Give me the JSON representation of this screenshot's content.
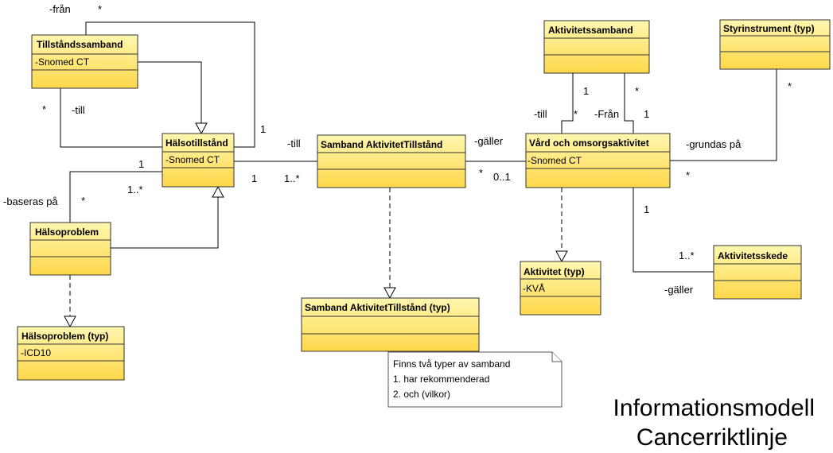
{
  "classes": {
    "tillstandssamband": {
      "title": "Tillståndssamband",
      "attr": "-Snomed CT"
    },
    "halsotillstand": {
      "title": "Hälsotillstånd",
      "attr": "-Snomed CT"
    },
    "halsoproblem": {
      "title": "Hälsoproblem",
      "attr": ""
    },
    "halsoproblem_typ": {
      "title": "Hälsoproblem (typ)",
      "attr": "-ICD10"
    },
    "samband_aktivitet_tillstand": {
      "title": "Samband AktivitetTillstånd",
      "attr": ""
    },
    "samband_aktivitet_tillstand_typ": {
      "title": "Samband AktivitetTillstånd (typ)",
      "attr": ""
    },
    "aktivitetssamband": {
      "title": "Aktivitetssamband",
      "attr": ""
    },
    "vard_och_omsorgsaktivitet": {
      "title": "Vård och omsorgsaktivitet",
      "attr": "-Snomed CT"
    },
    "styrinstrument_typ": {
      "title": "Styrinstrument (typ)",
      "attr": ""
    },
    "aktivitet_typ": {
      "title": "Aktivitet (typ)",
      "attr": "-KVÅ"
    },
    "aktivitetsskede": {
      "title": "Aktivitetsskede",
      "attr": ""
    }
  },
  "labels": {
    "fran_top": "-från",
    "star_top": "*",
    "star_left_self": "*",
    "till_left_self": "-till",
    "one_self": "1",
    "one_hals_hp": "1",
    "one_star_hals_hp": "1..*",
    "baseras_pa": "-baseras på",
    "star_hp": "*",
    "till_mid": "-till",
    "one_mid": "1",
    "one_star_mid": "1..*",
    "galler_mid": "-gäller",
    "star_galler": "*",
    "zero_one": "0..1",
    "one_as_left": "1",
    "till_as": "-till",
    "star_as_left": "*",
    "star_as_right": "*",
    "fran_as": "-Från",
    "one_as_right": "1",
    "grundas_pa": "-grundas på",
    "star_styr_top": "*",
    "star_styr_bottom": "*",
    "one_skede": "1",
    "one_star_skede": "1..*",
    "galler_skede": "-gäller"
  },
  "note": {
    "lines": [
      "Finns två typer av samband",
      "1. har rekommenderad",
      "2. och (vilkor)"
    ]
  },
  "title": {
    "line1": "Informationsmodell",
    "line2": "Cancerriktlinje"
  }
}
